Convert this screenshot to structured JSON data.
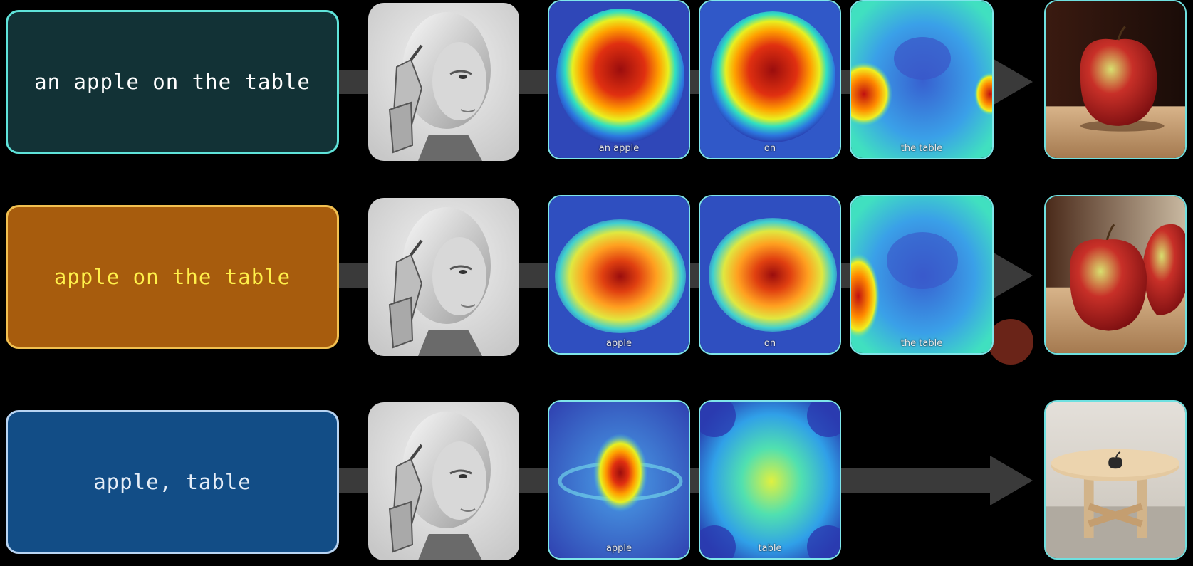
{
  "rows": [
    {
      "prompt": "an apple on the table",
      "prompt_bg": "#123236",
      "prompt_border": "#5fe3da",
      "prompt_color": "#ffffff",
      "heatmaps": [
        {
          "label": "an apple",
          "type": "blob-strong"
        },
        {
          "label": "on",
          "type": "blob-strong"
        },
        {
          "label": "the table",
          "type": "diffuse-left"
        }
      ],
      "result": "apple-single"
    },
    {
      "prompt": "apple on the table",
      "prompt_bg": "#a75c0d",
      "prompt_border": "#f2c050",
      "prompt_color": "#fff04a",
      "heatmaps": [
        {
          "label": "apple",
          "type": "blob-wide"
        },
        {
          "label": "on",
          "type": "blob-wide"
        },
        {
          "label": "the table",
          "type": "diffuse-left"
        }
      ],
      "result": "apple-double"
    },
    {
      "prompt": "apple, table",
      "prompt_bg": "#124d86",
      "prompt_border": "#b8d4f2",
      "prompt_color": "#e6eef8",
      "heatmaps": [
        {
          "label": "apple",
          "type": "center-small"
        },
        {
          "label": "table",
          "type": "diffuse-corners"
        }
      ],
      "result": "table-logo"
    }
  ]
}
